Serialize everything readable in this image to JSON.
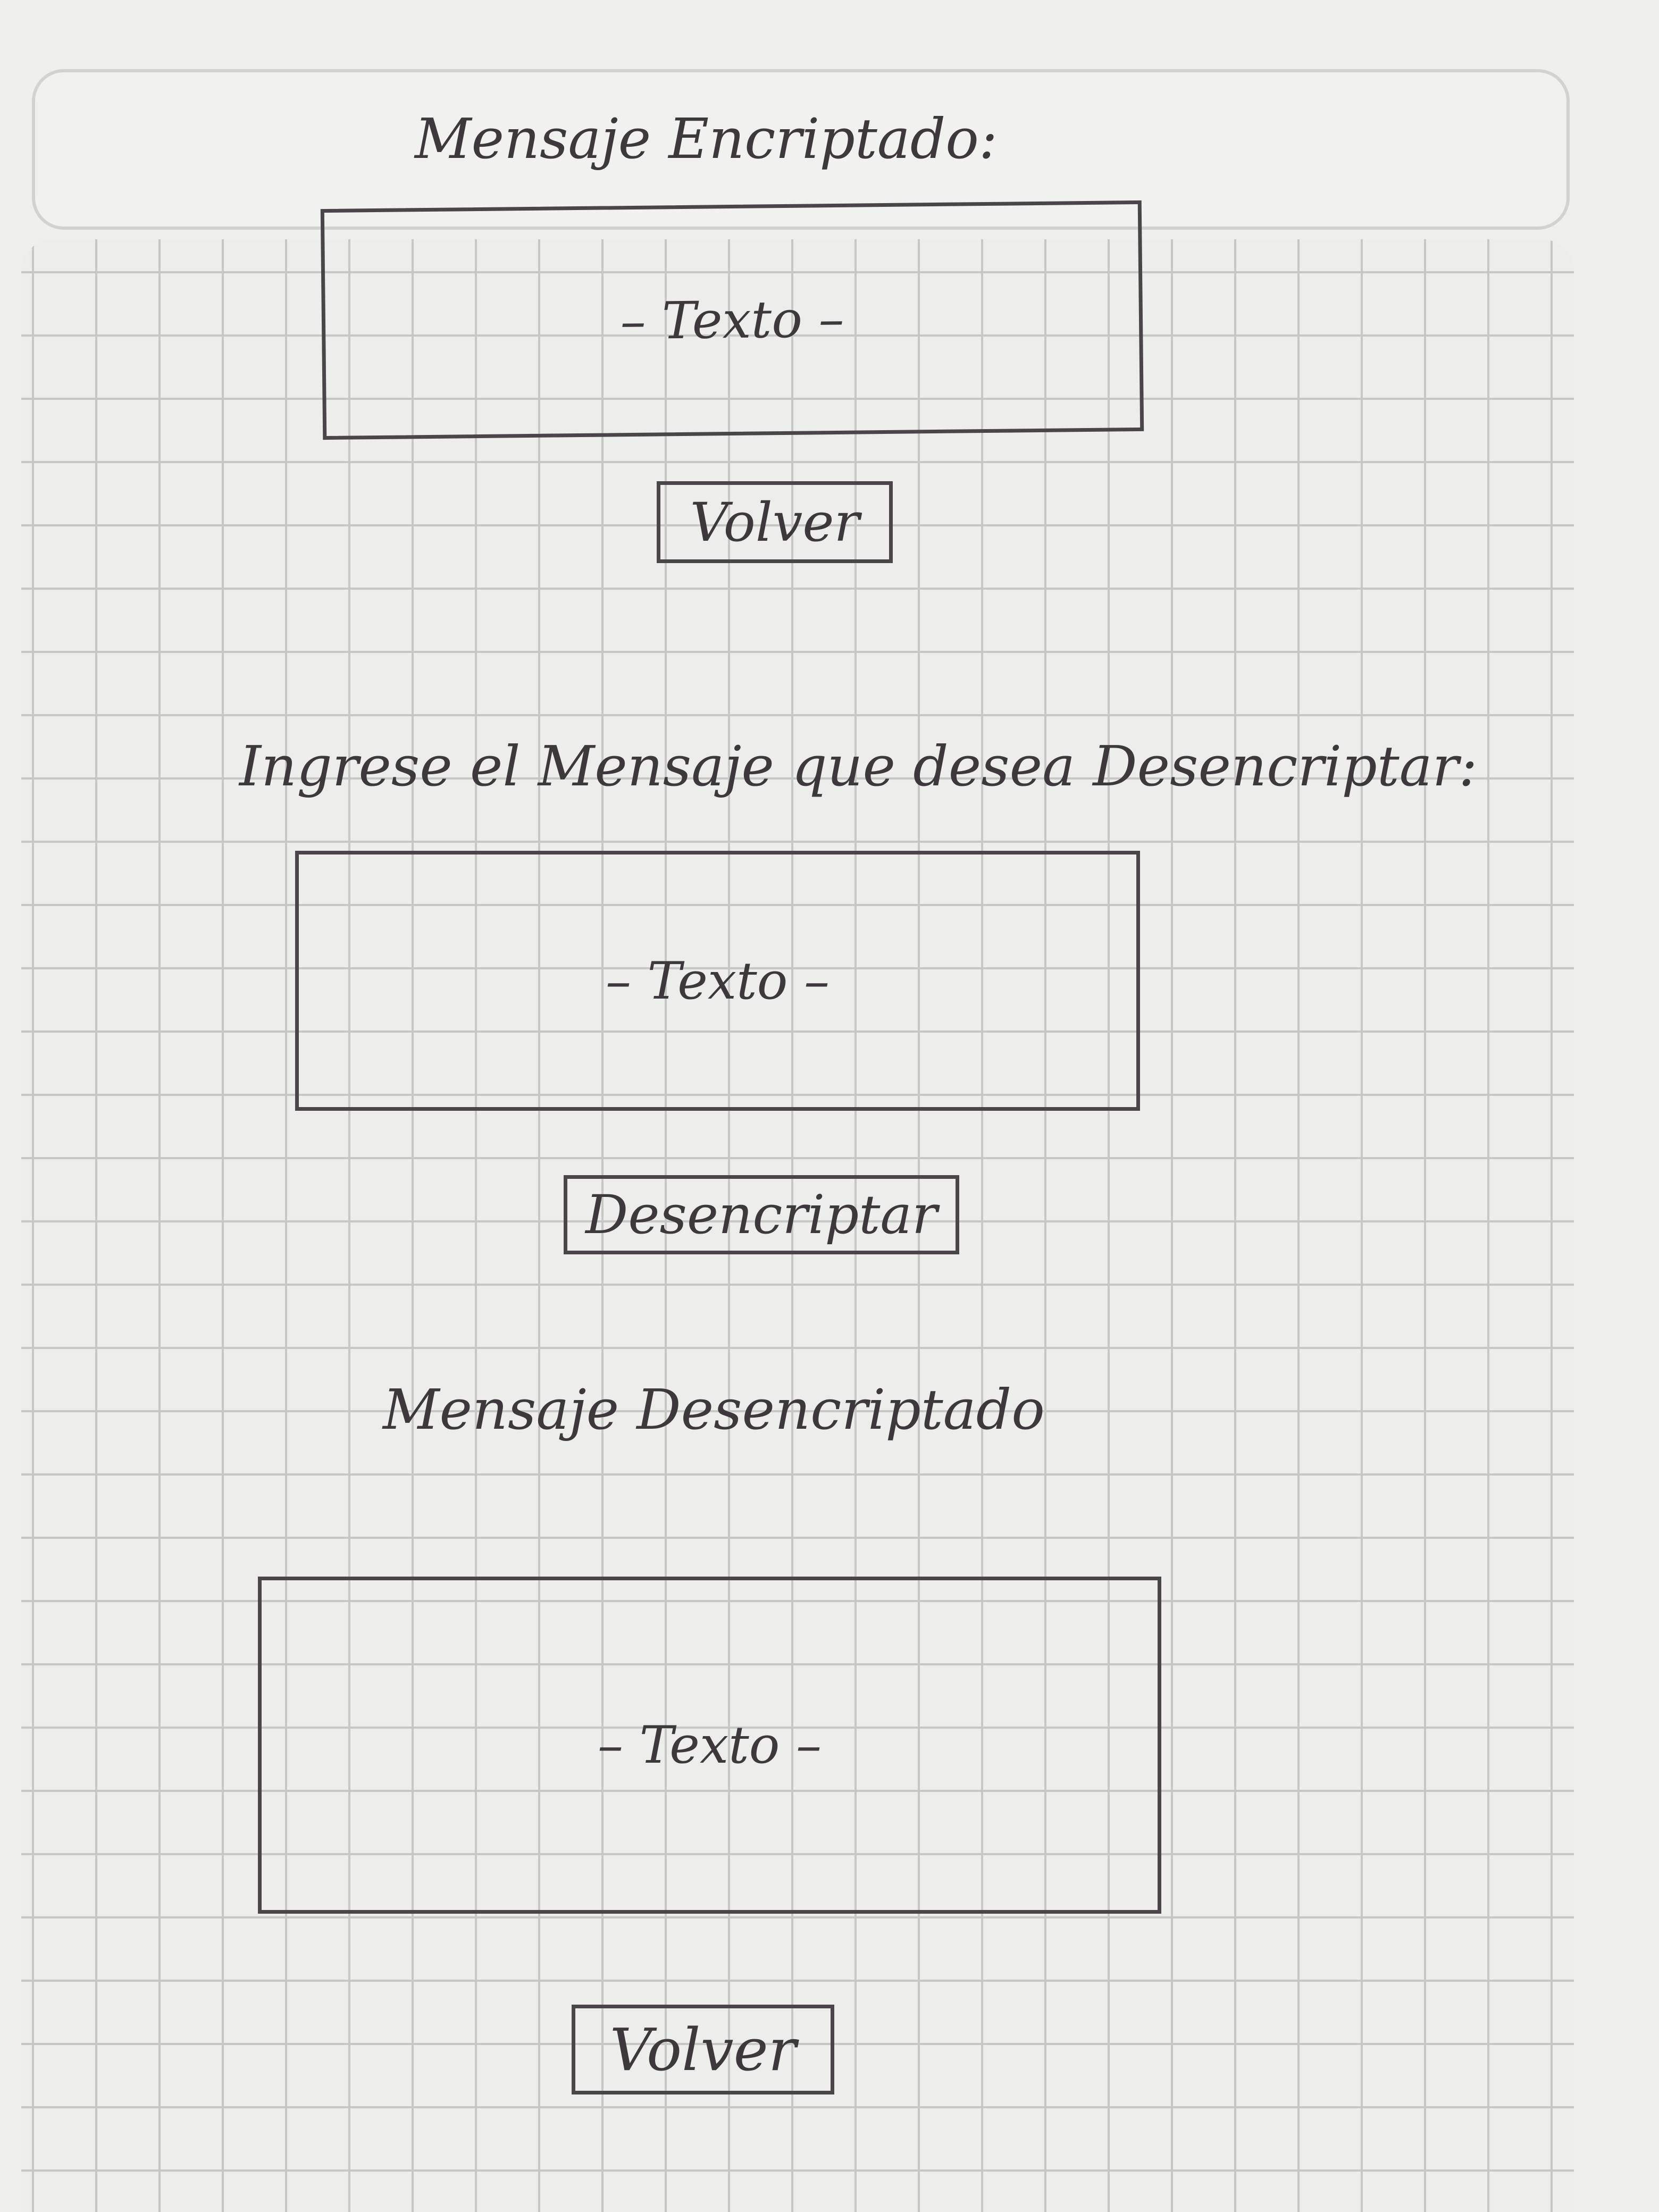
{
  "sections": {
    "encrypted": {
      "label": "Mensaje Encriptado:",
      "text_placeholder": "– Texto –",
      "back_button": "Volver"
    },
    "input": {
      "label": "Ingrese el Mensaje que desea Desencriptar:",
      "text_placeholder": "– Texto –",
      "decrypt_button": "Desencriptar"
    },
    "decrypted": {
      "label": "Mensaje Desencriptado",
      "text_placeholder": "– Texto –",
      "back_button": "Volver"
    }
  }
}
